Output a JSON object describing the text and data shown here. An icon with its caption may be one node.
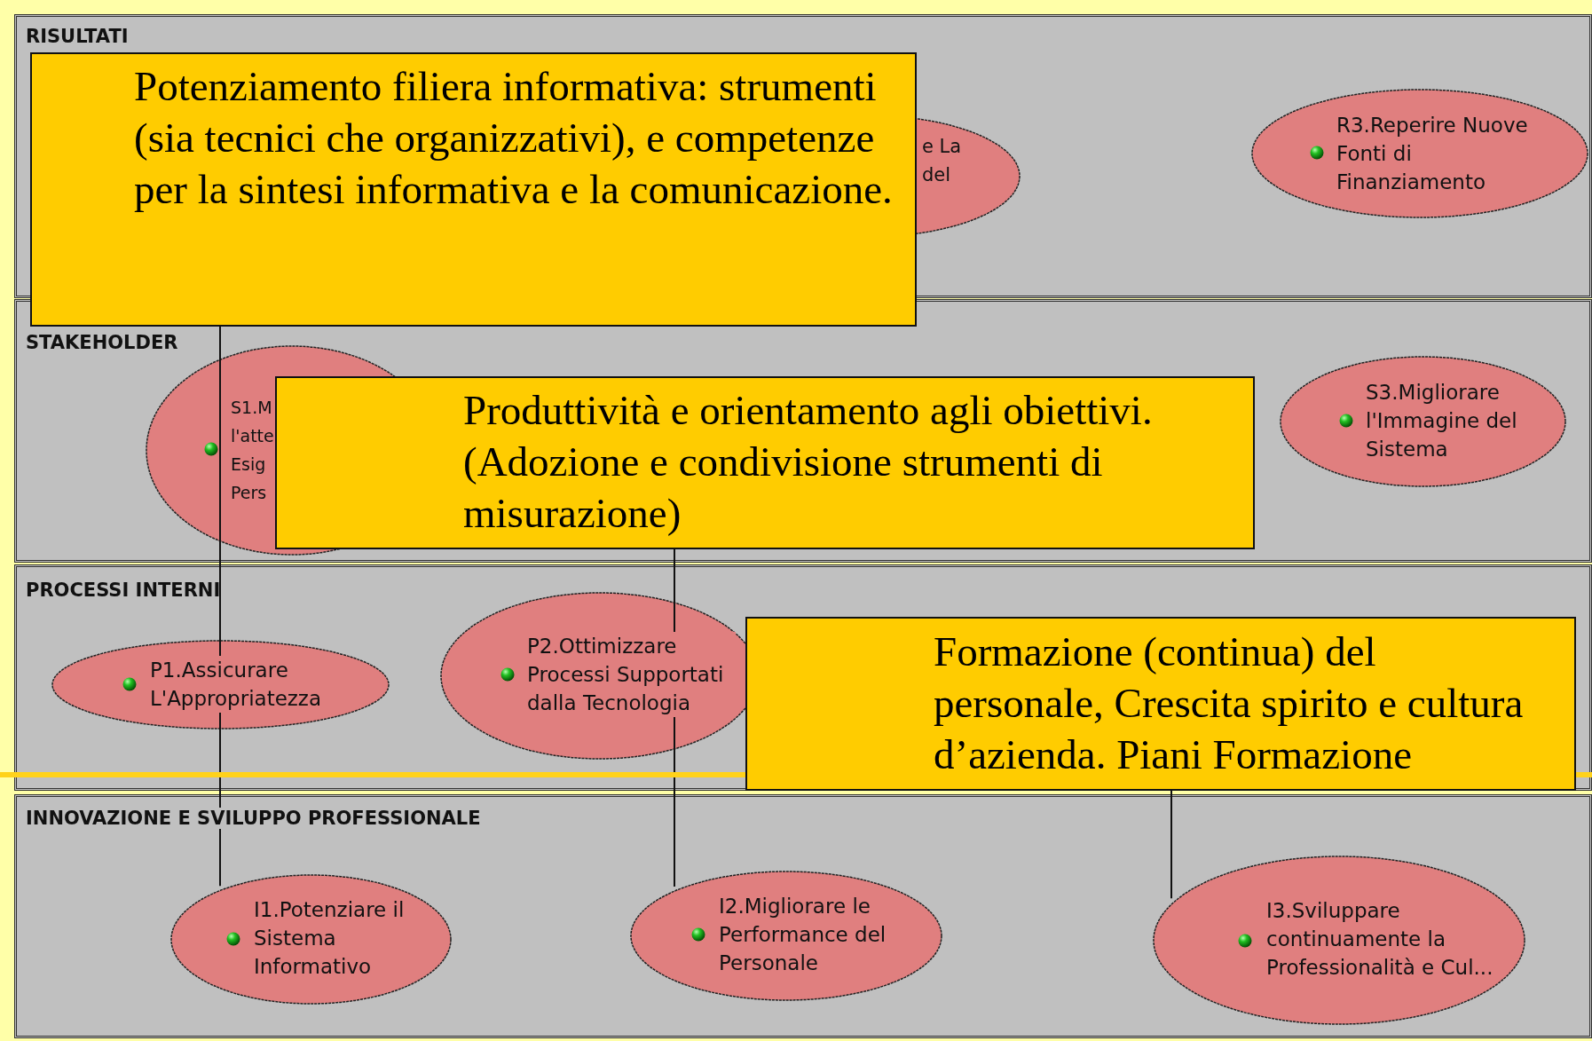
{
  "diagram": {
    "nodes": [
      {
        "text": [
          "RISULTATI"
        ]
      },
      {
        "text": [
          "e La del"
        ],
        "in": 0
      },
      {
        "text": [
          "R3.Reperire Nuove Fonti di Finanziamento"
        ],
        "in": 0
      },
      {
        "text": [
          "Potenziamento filiera informativa: strumenti (sia tecnici che organizzativi),  e competenze per la sintesi informativa e la comunicazione."
        ]
      },
      {
        "text": [
          "STAKEHOLDER"
        ]
      },
      {
        "text": [
          "S1.M l'atte Esig Pers"
        ],
        "in": 4
      },
      {
        "text": [
          "Produttività e orientamento agli obiettivi. (Adozione e condivisione strumenti di misurazione)"
        ],
        "in": 4
      },
      {
        "text": [
          "S3.Migliorare l'Immagine del Sistema"
        ],
        "in": 4
      },
      {
        "text": [
          "PROCESSI INTERNI"
        ]
      },
      {
        "text": [
          "P1.Assicurare L'Appropriatezza"
        ],
        "in": 8
      },
      {
        "text": [
          "P2.Ottimizzare Processi Supportati dalla Tecnologia"
        ],
        "in": 8
      },
      {
        "text": [
          "Formazione (continua) del personale, Crescita spirito e cultura d’azienda. Piani Formazione"
        ],
        "in": 8
      },
      {
        "text": [
          "INNOVAZIONE E SVILUPPO PROFESSIONALE"
        ]
      },
      {
        "text": [
          "I1.Potenziare il Sistema Informativo"
        ],
        "in": 12
      },
      {
        "text": [
          "I2.Migliorare le Performance del Personale"
        ],
        "in": 12
      },
      {
        "text": [
          "I3.Sviluppare continuamente la Professionalità e Cul..."
        ],
        "in": 12
      }
    ],
    "edges": [
      {
        "from": 3,
        "to": 13,
        "arrow": "none"
      },
      {
        "from": 6,
        "to": 14,
        "arrow": "none"
      },
      {
        "from": 11,
        "to": 15,
        "arrow": "none"
      }
    ]
  }
}
